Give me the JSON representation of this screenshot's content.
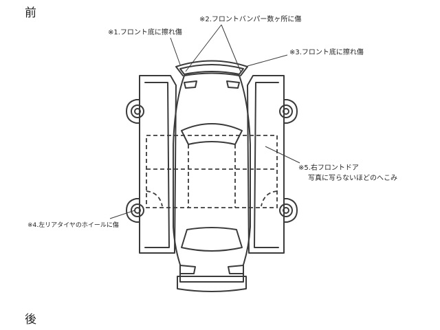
{
  "directions": {
    "front": "前",
    "rear": "後"
  },
  "annotations": {
    "a1": "※1.フロント底に擦れ傷",
    "a2": "※2.フロントバンパー数ヶ所に傷",
    "a3": "※3.フロント底に擦れ傷",
    "a4": "※4.左リアタイヤのホイールに傷",
    "a5_line1": "※5.右フロントドア",
    "a5_line2": "写真に写らないほどのへこみ"
  },
  "colors": {
    "outline": "#3a3a3a",
    "text": "#222222",
    "background": "#ffffff"
  }
}
